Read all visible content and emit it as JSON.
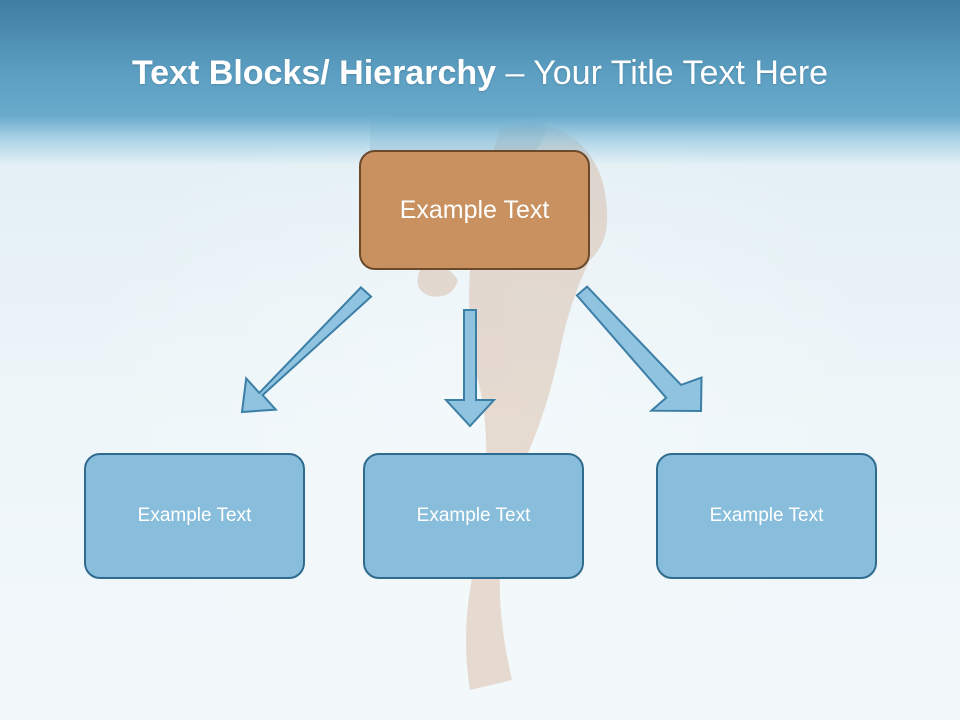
{
  "slide": {
    "title_bold": "Text Blocks/ Hierarchy",
    "title_rest": " – Your Title Text Here"
  },
  "diagram": {
    "top": {
      "label": "Example Text"
    },
    "children": [
      {
        "label": "Example Text"
      },
      {
        "label": "Example Text"
      },
      {
        "label": "Example Text"
      }
    ]
  },
  "colors": {
    "header": "#5c9fc2",
    "top_fill": "#c8915f",
    "top_border": "#6b4a2c",
    "child_fill": "#88bedb",
    "child_border": "#2f6b8f",
    "arrow_fill": "#8fc3df",
    "arrow_stroke": "#3c7fa6"
  }
}
